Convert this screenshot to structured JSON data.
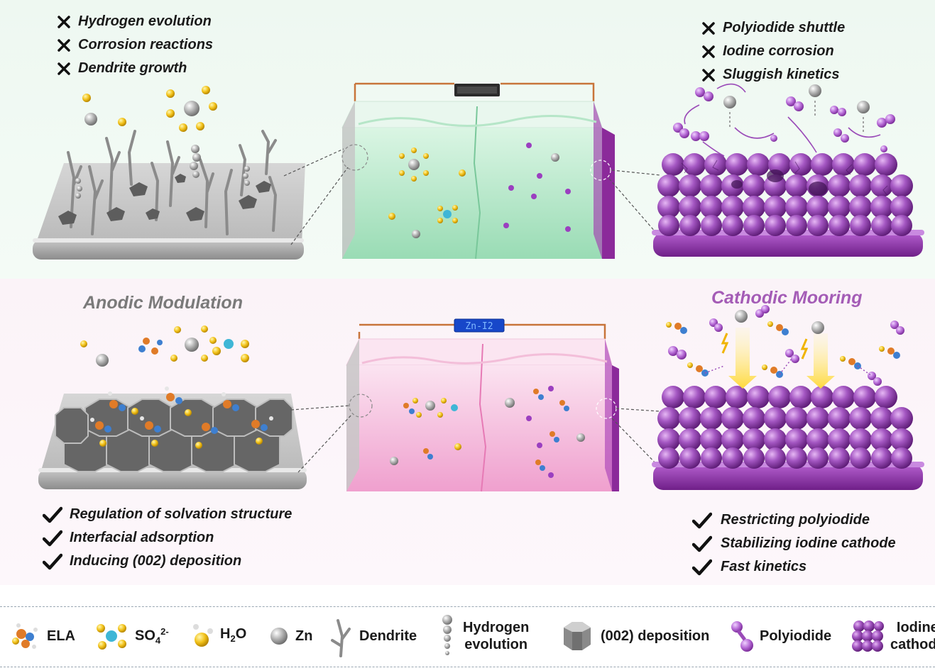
{
  "top_left_issues": [
    "Hydrogen evolution",
    "Corrosion reactions",
    "Dendrite growth"
  ],
  "top_right_issues": [
    "Polyiodide shuttle",
    "Iodine corrosion",
    "Sluggish kinetics"
  ],
  "anodic_title": "Anodic Modulation",
  "cathodic_title": "Cathodic Mooring",
  "anodic_benefits": [
    "Regulation of solvation structure",
    "Interfacial adsorption",
    "Inducing (002) deposition"
  ],
  "cathodic_benefits": [
    "Restricting polyiodide",
    "Stabilizing iodine cathode",
    "Fast kinetics"
  ],
  "battery_display_bottom": "Zn-I2",
  "legend": {
    "ela": "ELA",
    "so4_base": "SO",
    "so4_sub": "4",
    "so4_sup": "2-",
    "h2o_h": "H",
    "h2o_sub": "2",
    "h2o_o": "O",
    "zn": "Zn",
    "dendrite": "Dendrite",
    "hydrogen_line1": "Hydrogen",
    "hydrogen_line2": "evolution",
    "deposition": "(002) deposition",
    "polyiodide": "Polyiodide",
    "iodine_line1": "Iodine",
    "iodine_line2": "cathode"
  },
  "colors": {
    "top_background": "#eef8f1",
    "bottom_background": "#fbf3f8",
    "anodic_title": "#7a7a7a",
    "cathodic_title": "#a45cb6",
    "zinc": "#a9a9a9",
    "iodine_cathode": "#8e3ea6",
    "electrolyte_top": "#9fe0b7",
    "electrolyte_bottom": "#f3a8d2",
    "display_bottom": "#1747c9"
  },
  "icons": [
    "cross-icon",
    "check-icon",
    "ela-molecule-icon",
    "sulfate-ion-icon",
    "water-molecule-icon",
    "zinc-ion-icon",
    "dendrite-icon",
    "hydrogen-bubble-icon",
    "hexagonal-prism-icon",
    "polyiodide-icon",
    "iodine-sphere-cluster-icon"
  ]
}
